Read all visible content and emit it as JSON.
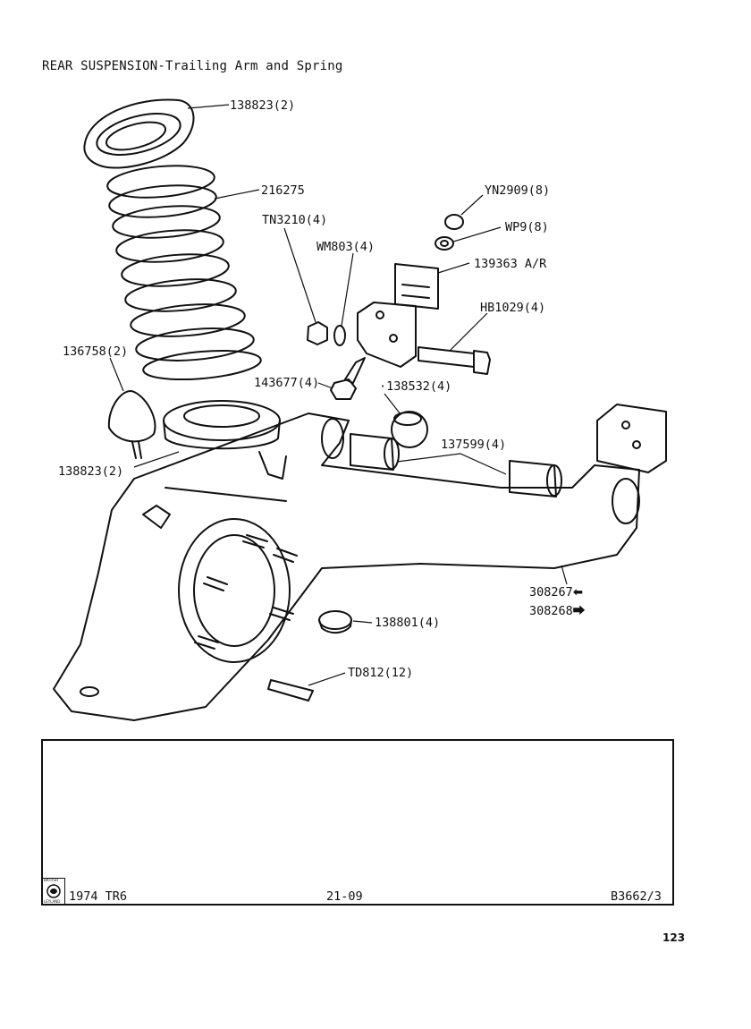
{
  "title": "REAR SUSPENSION-Trailing Arm and Spring",
  "parts": [
    {
      "id": "p-138823-top",
      "label": "138823(2)"
    },
    {
      "id": "p-216275",
      "label": "216275"
    },
    {
      "id": "p-yn2909",
      "label": "YN2909(8)"
    },
    {
      "id": "p-tn3210",
      "label": "TN3210(4)"
    },
    {
      "id": "p-wp9",
      "label": "WP9(8)"
    },
    {
      "id": "p-wm803",
      "label": "WM803(4)"
    },
    {
      "id": "p-139363",
      "label": "139363 A/R"
    },
    {
      "id": "p-hb1029",
      "label": "HB1029(4)"
    },
    {
      "id": "p-136758",
      "label": "136758(2)"
    },
    {
      "id": "p-143677",
      "label": "143677(4)"
    },
    {
      "id": "p-138532",
      "label": "·138532(4)"
    },
    {
      "id": "p-137599",
      "label": "137599(4)"
    },
    {
      "id": "p-138823-bot",
      "label": "138823(2)"
    },
    {
      "id": "p-308267",
      "label": "308267"
    },
    {
      "id": "p-308268",
      "label": "308268"
    },
    {
      "id": "p-138801",
      "label": "138801(4)"
    },
    {
      "id": "p-td812",
      "label": "TD812(12)"
    }
  ],
  "footer": {
    "model": "1974 TR6",
    "section": "21-09",
    "ref": "B3662/3",
    "logo_top": "BRITISH",
    "logo_bottom": "LEYLAND"
  },
  "page_number": "123"
}
